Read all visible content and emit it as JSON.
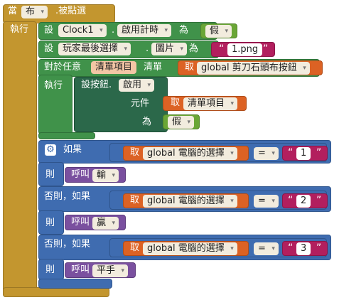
{
  "event": {
    "when_label": "當",
    "component": "布",
    "event_name": ".被點選",
    "do_label": "執行"
  },
  "set_clock": {
    "set_label": "設",
    "component": "Clock1",
    "property": "啟用計時",
    "to_label": "為",
    "value": "假"
  },
  "set_image": {
    "set_label": "設",
    "component": "玩家最後選擇",
    "property": "圖片",
    "to_label": "為",
    "value": "1.png"
  },
  "foreach": {
    "label": "對於任意",
    "item_var": "清單項目",
    "list_label": "清單",
    "get_label": "取",
    "list_var": "global 剪刀石頭布按鈕",
    "do_label": "執行"
  },
  "set_generic": {
    "label": "設按鈕.",
    "property": "啟用",
    "component_label": "元件",
    "get_label": "取",
    "component_var": "清單項目",
    "to_label": "為",
    "value": "假"
  },
  "if_block": {
    "if_label": "如果",
    "then_label": "則",
    "elseif_label": "否則，如果",
    "get_label": "取",
    "call_label": "呼叫",
    "eq_op": "=",
    "var": "global 電腦的選擇",
    "branches": [
      {
        "compare": "1",
        "call": "輸"
      },
      {
        "compare": "2",
        "call": "贏"
      },
      {
        "compare": "3",
        "call": "平手"
      }
    ]
  },
  "icons": {
    "dropdown": "▾",
    "gear": "⚙",
    "quote_open": "“",
    "quote_close": "”"
  }
}
